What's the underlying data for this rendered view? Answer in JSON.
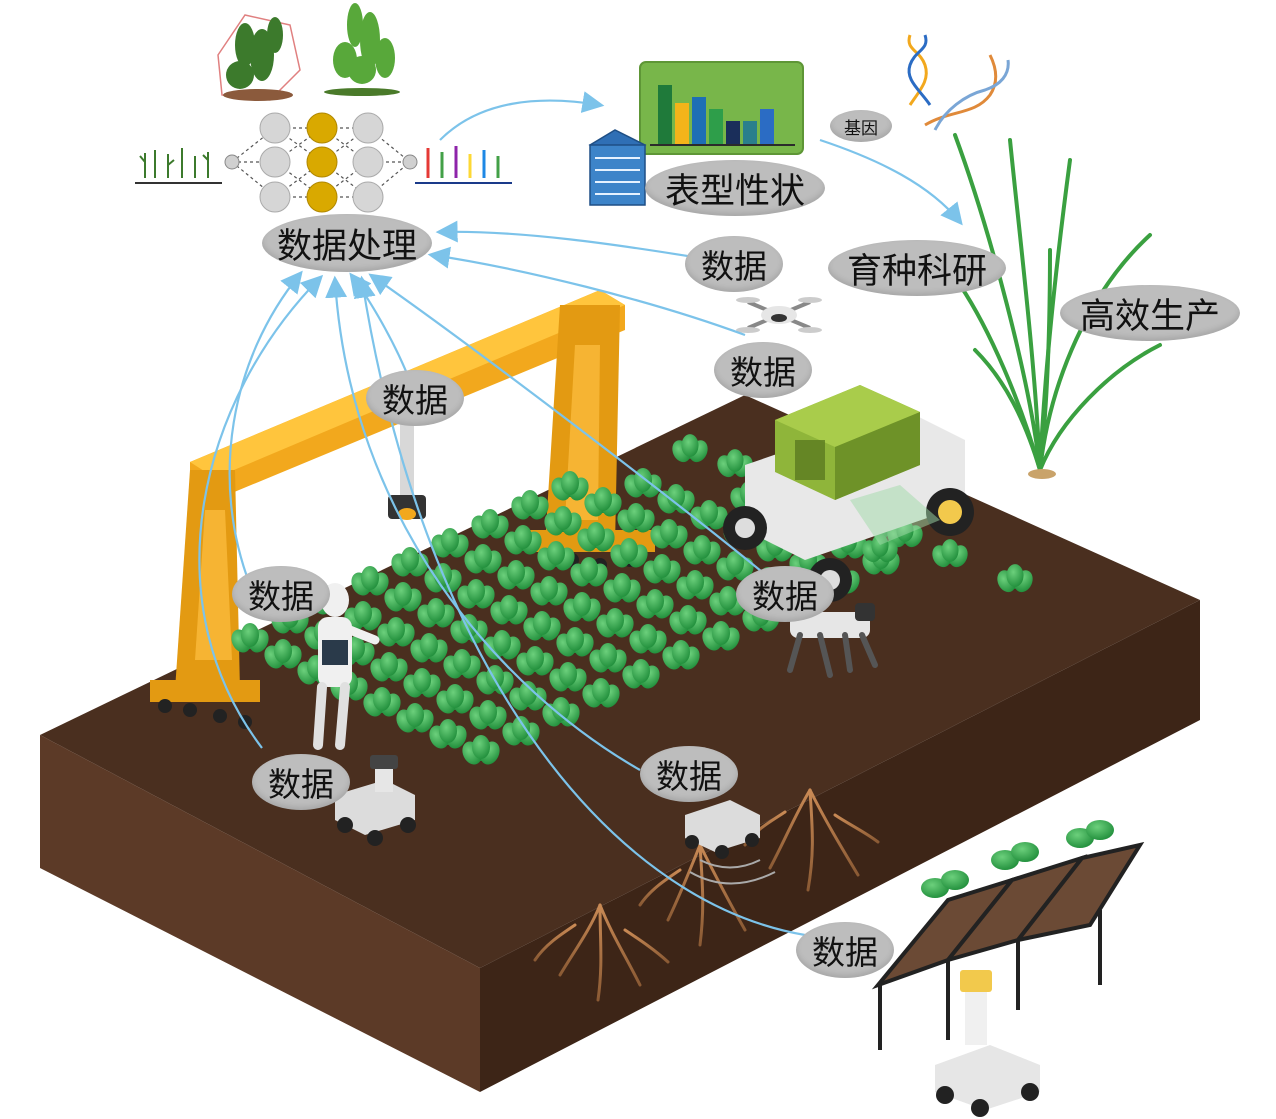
{
  "labels": {
    "data_processing": "数据处理",
    "phenotype": "表型性状",
    "gene": "基因",
    "breeding": "育种科研",
    "efficient_production": "高效生产",
    "data": "数据"
  },
  "chart_icon": {
    "values": [
      10,
      7,
      8,
      6,
      4,
      4,
      6
    ],
    "colors": [
      "#1f7a3a",
      "#f4b41a",
      "#1d6fb5",
      "#2e9e4a",
      "#1a2e5a",
      "#2a7f8c",
      "#2b6cc4"
    ]
  },
  "colors": {
    "soil_top": "#4a2f1f",
    "soil_front": "#5c3a27",
    "soil_side": "#3d2517",
    "gantry": "#f2a81d",
    "leaf": "#2fa84a",
    "arrow": "#7cc3ea",
    "bubble": "#bdbdbd"
  }
}
